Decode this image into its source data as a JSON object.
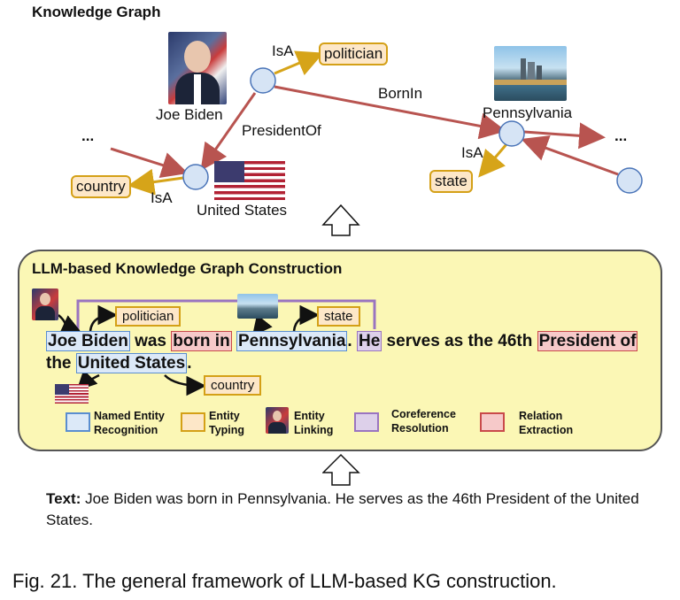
{
  "knowledge_graph": {
    "title": "Knowledge Graph",
    "nodes": {
      "joe_biden": "Joe Biden",
      "united_states": "United States",
      "pennsylvania": "Pennsylvania",
      "ellipsis_left": "...",
      "ellipsis_right": "..."
    },
    "edges": {
      "isa_politician": "IsA",
      "born_in": "BornIn",
      "president_of": "PresidentOf",
      "isa_country": "IsA",
      "isa_state": "IsA"
    },
    "types": {
      "politician": "politician",
      "country": "country",
      "state": "state"
    },
    "colors": {
      "relation_edge": "#b85450",
      "isa_edge": "#d6a419",
      "node_fill": "#d6e4f5",
      "node_stroke": "#4a74b8"
    }
  },
  "construction": {
    "title": "LLM-based Knowledge Graph Construction",
    "sentence": {
      "joe_biden": "Joe Biden",
      "was": " was ",
      "born_in": "born in",
      "pennsylvania": "Pennsylvania",
      "period1": ".",
      "he": "He",
      "serves": " serves as the 46th ",
      "president_of": "President of",
      "the": "the ",
      "united_states": "United States",
      "period2": "."
    },
    "tags": {
      "politician": "politician",
      "state": "state",
      "country": "country"
    },
    "legend": {
      "ner": "Named Entity Recognition",
      "typing": "Entity Typing",
      "linking": "Entity Linking",
      "coref": "Coreference Resolution",
      "relation": "Relation Extraction"
    },
    "colors": {
      "box_bg": "#fbf7b5",
      "ner": "#dce9f8",
      "relation": "#f6c9c9",
      "coref": "#ddd0ea",
      "typing": "#fde7c8"
    }
  },
  "input_text": {
    "prefix": "Text:",
    "body": " Joe Biden was born in Pennsylvania. He serves as the 46th President of the United States."
  },
  "caption": "Fig. 21. The general framework of LLM-based KG construction."
}
